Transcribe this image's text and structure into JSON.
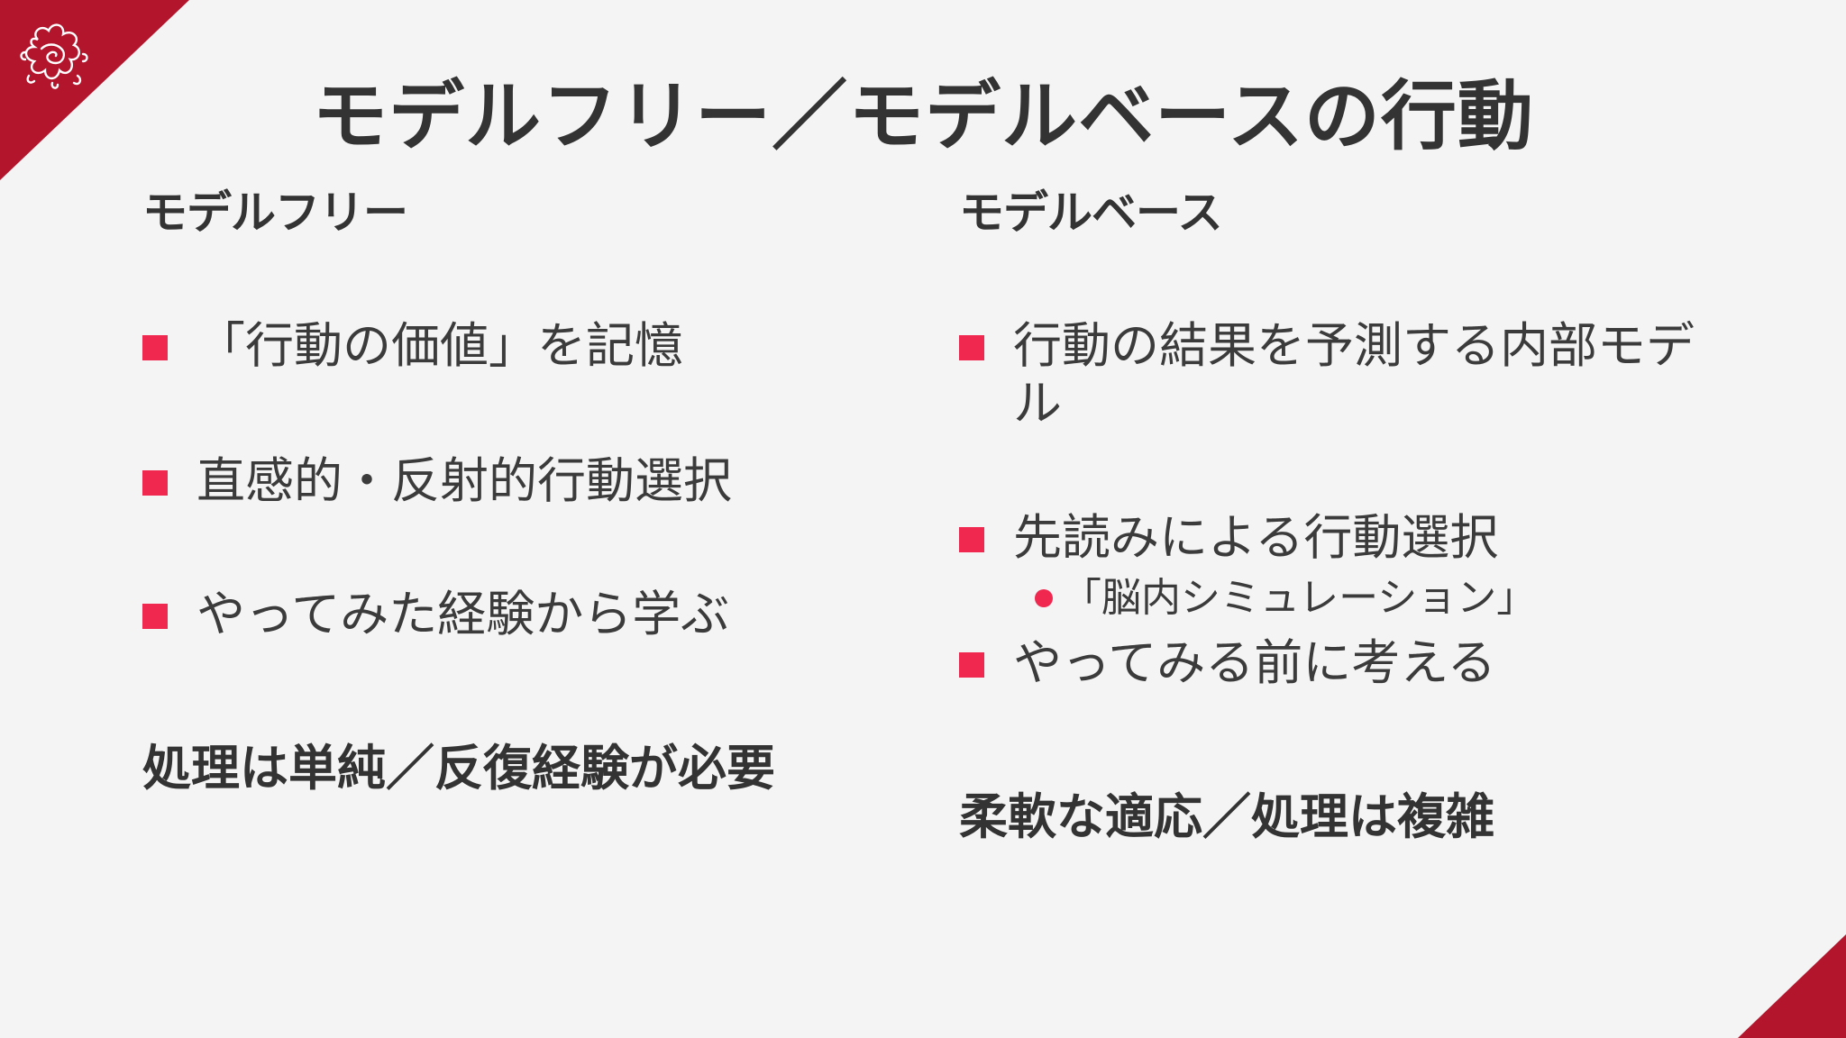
{
  "slide": {
    "title": "モデルフリー／モデルベースの行動"
  },
  "left": {
    "heading": "モデルフリー",
    "items": [
      "「行動の価値」を記憶",
      "直感的・反射的行動選択",
      "やってみた経験から学ぶ"
    ],
    "summary": "処理は単純／反復経験が必要"
  },
  "right": {
    "heading": "モデルベース",
    "items": [
      "行動の結果を予測する内部モデル",
      "先読みによる行動選択",
      "やってみる前に考える"
    ],
    "subitems": [
      "「脳内シミュレーション」"
    ],
    "summary": "柔軟な適応／処理は複雑"
  },
  "colors": {
    "accent_corner": "#b3152d",
    "bullet": "#f0284f",
    "text": "#3b3b3b"
  },
  "icons": {
    "logo": "decorative-emblem-icon"
  }
}
